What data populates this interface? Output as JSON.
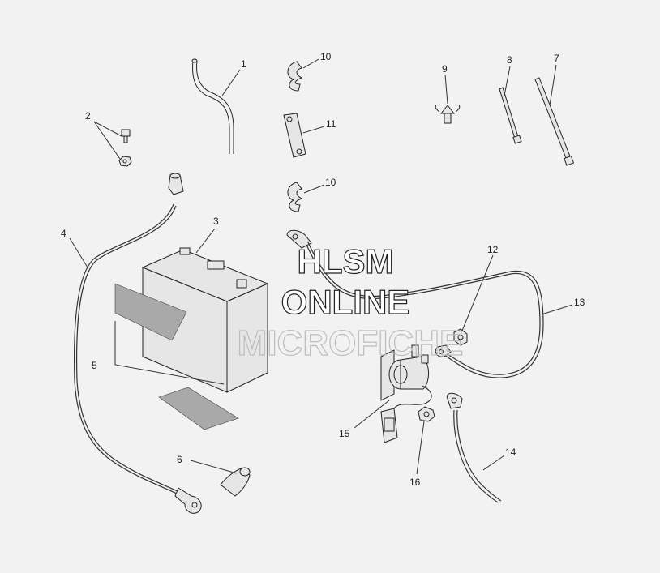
{
  "callouts": [
    {
      "id": "c1",
      "label": "1"
    },
    {
      "id": "c2",
      "label": "2"
    },
    {
      "id": "c3",
      "label": "3"
    },
    {
      "id": "c4",
      "label": "4"
    },
    {
      "id": "c5",
      "label": "5"
    },
    {
      "id": "c6",
      "label": "6"
    },
    {
      "id": "c7",
      "label": "7"
    },
    {
      "id": "c8",
      "label": "8"
    },
    {
      "id": "c9",
      "label": "9"
    },
    {
      "id": "c10a",
      "label": "10"
    },
    {
      "id": "c10b",
      "label": "10"
    },
    {
      "id": "c11",
      "label": "11"
    },
    {
      "id": "c12",
      "label": "12"
    },
    {
      "id": "c13",
      "label": "13"
    },
    {
      "id": "c14",
      "label": "14"
    },
    {
      "id": "c15",
      "label": "15"
    },
    {
      "id": "c16",
      "label": "16"
    }
  ],
  "watermark": {
    "line1": "HLSM",
    "line2": "ONLINE",
    "line3": "MICROFICHE"
  }
}
